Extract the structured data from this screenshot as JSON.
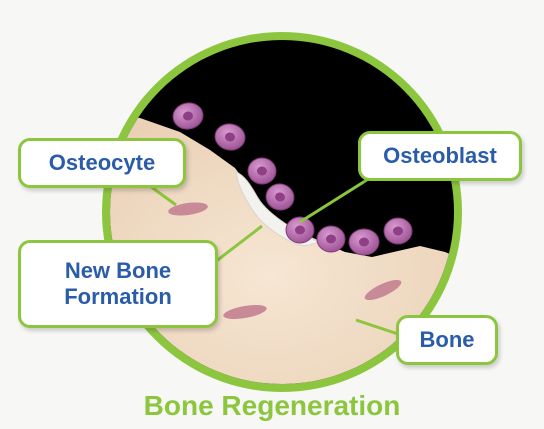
{
  "labels": {
    "osteocyte": "Osteocyte",
    "osteoblast": "Osteoblast",
    "new_bone_formation": "New Bone Formation",
    "bone": "Bone"
  },
  "title": "Bone Regeneration",
  "colors": {
    "ring": "#8cc63f",
    "label_text": "#2a5caa",
    "title": "#8cc63f",
    "background_dark": "#000000",
    "bone": "#f2dcc4",
    "cell": "#b86aa8",
    "cell_nucleus": "#8e3f86",
    "osteocyte_cell": "#c98a98"
  }
}
